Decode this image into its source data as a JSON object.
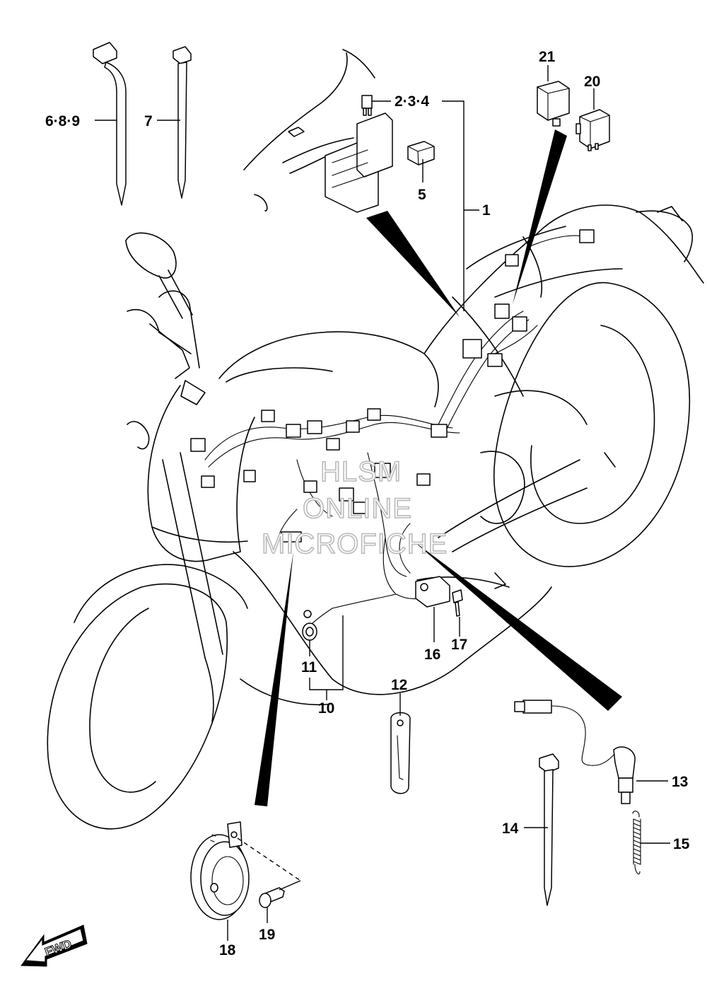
{
  "callouts": {
    "p1": "1",
    "p234": "2·3·4",
    "p5": "5",
    "p689": "6·8·9",
    "p7": "7",
    "p10": "10",
    "p11": "11",
    "p12": "12",
    "p13": "13",
    "p14": "14",
    "p15": "15",
    "p16": "16",
    "p17": "17",
    "p18": "18",
    "p19": "19",
    "p20": "20",
    "p21": "21"
  },
  "watermark": {
    "line1": "HLSM",
    "line2": "ONLINE",
    "line3": "MICROFICHE"
  },
  "direction_label": "FWD"
}
